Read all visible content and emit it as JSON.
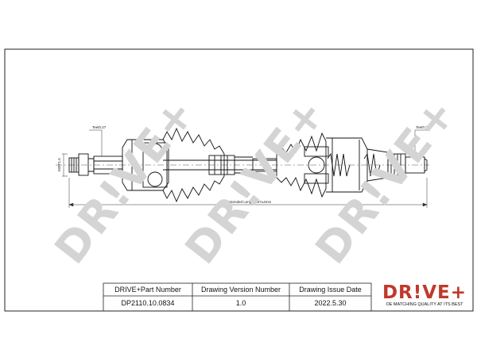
{
  "watermark": "DR!VE+",
  "dimensions": {
    "teeth_left": "Teeth:27",
    "teeth_right": "Teeth:36",
    "thread": "M20*1.5",
    "extended_length": "Extended  Length:667±4mm"
  },
  "table": {
    "headers": [
      "DRIVE+Part Number",
      "Drawing Version Number",
      "Drawing Issue Date"
    ],
    "values": [
      "DP2110.10.0834",
      "1.0",
      "2022.5.30"
    ]
  },
  "logo": {
    "text": "DR!VE+",
    "tagline": "OE MATCHING QUALITY AT ITS BEST",
    "color": "#c0392b"
  }
}
